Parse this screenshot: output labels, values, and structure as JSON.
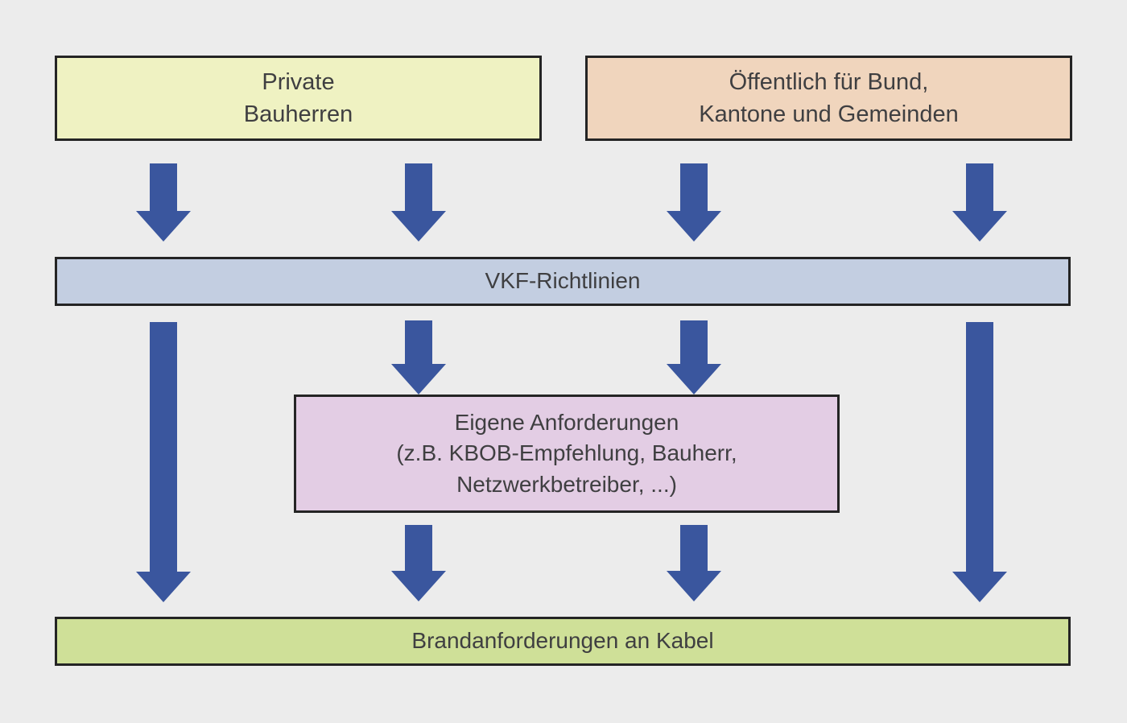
{
  "diagram": {
    "nodes": {
      "private": {
        "label": "Private\nBauherren",
        "fill": "#eff2c2"
      },
      "public": {
        "label": "Öffentlich für Bund,\nKantone und Gemeinden",
        "fill": "#f0d5bd"
      },
      "vkf": {
        "label": "VKF-Richtlinien",
        "fill": "#c3cee1"
      },
      "eigene": {
        "label": "Eigene Anforderungen\n(z.B. KBOB-Empfehlung, Bauherr,\nNetzwerkbetreiber, ...)",
        "fill": "#e3cde4"
      },
      "brand": {
        "label": "Brandanforderungen an Kabel",
        "fill": "#cfe098"
      }
    },
    "colors": {
      "background": "#ececec",
      "arrow": "#3a569e",
      "border": "#242424",
      "text": "#3f3f41"
    }
  }
}
